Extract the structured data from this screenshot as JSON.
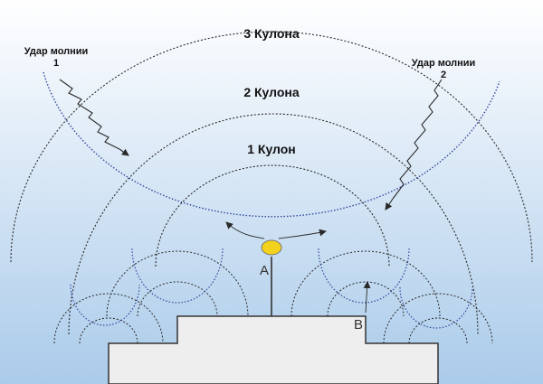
{
  "diagram": {
    "colors": {
      "sky_top": "#ffffff",
      "sky_bottom": "#aacbea",
      "dashed_black": "#2a2a2a",
      "dashed_blue": "#34489c",
      "building_fill": "#eeeeee",
      "building_stroke": "#333333",
      "lightning": "#2a2a2a",
      "sphere": "#f2d21c"
    },
    "labels": {
      "strike1_line1": "Удар молнии",
      "strike1_line2": "1",
      "strike2_line1": "Удар молнии",
      "strike2_line2": "2",
      "zone3": "3 Кулона",
      "zone2": "2 Кулона",
      "zone1": "1 Кулон",
      "point_a": "A",
      "point_b": "B"
    }
  }
}
